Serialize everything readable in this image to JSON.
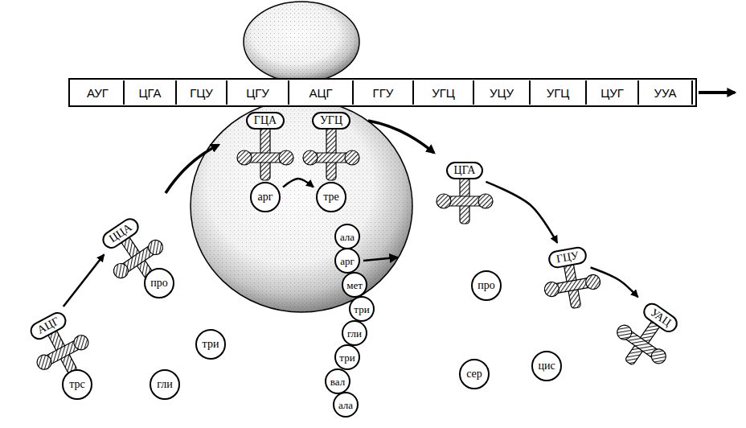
{
  "diagram": {
    "nodes": [
      {
        "text": [
          "АУГ"
        ]
      },
      {
        "text": [
          "ЦГА"
        ]
      },
      {
        "text": [
          "ГЦУ"
        ]
      },
      {
        "text": [
          "ЦГУ"
        ]
      },
      {
        "text": [
          "АЦГ"
        ]
      },
      {
        "text": [
          "ГГУ"
        ]
      },
      {
        "text": [
          "УГЦ"
        ]
      },
      {
        "text": [
          "УЦУ"
        ]
      },
      {
        "text": [
          "УГЦ"
        ]
      },
      {
        "text": [
          "ЦУГ"
        ]
      },
      {
        "text": [
          "УУА"
        ]
      },
      {
        "text": [
          "ГЦА"
        ]
      },
      {
        "text": [
          "УГЦ"
        ]
      },
      {
        "text": [
          "арг"
        ]
      },
      {
        "text": [
          "тре"
        ]
      },
      {
        "text": [
          "ЦЦА"
        ]
      },
      {
        "text": [
          "про"
        ]
      },
      {
        "text": [
          "АЦГ"
        ]
      },
      {
        "text": [
          "трс"
        ]
      },
      {
        "text": [
          "ала"
        ]
      },
      {
        "text": [
          "арг"
        ]
      },
      {
        "text": [
          "мет"
        ]
      },
      {
        "text": [
          "три"
        ]
      },
      {
        "text": [
          "гли"
        ]
      },
      {
        "text": [
          "три"
        ]
      },
      {
        "text": [
          "вал"
        ]
      },
      {
        "text": [
          "ала"
        ]
      },
      {
        "text": [
          "ЦГА"
        ]
      },
      {
        "text": [
          "ГЦУ"
        ]
      },
      {
        "text": [
          "УАЦ"
        ]
      },
      {
        "text": [
          "три"
        ]
      },
      {
        "text": [
          "гли"
        ]
      },
      {
        "text": [
          "про"
        ]
      },
      {
        "text": [
          "цис"
        ]
      },
      {
        "text": [
          "сер"
        ]
      }
    ],
    "edges": [
      {
        "from": 13,
        "to": 14,
        "arrow": "to"
      },
      {
        "from": 17,
        "to": 15,
        "arrow": "to"
      },
      {
        "from": 27,
        "to": 28,
        "arrow": "to"
      },
      {
        "from": 28,
        "to": 29,
        "arrow": "to"
      }
    ]
  }
}
